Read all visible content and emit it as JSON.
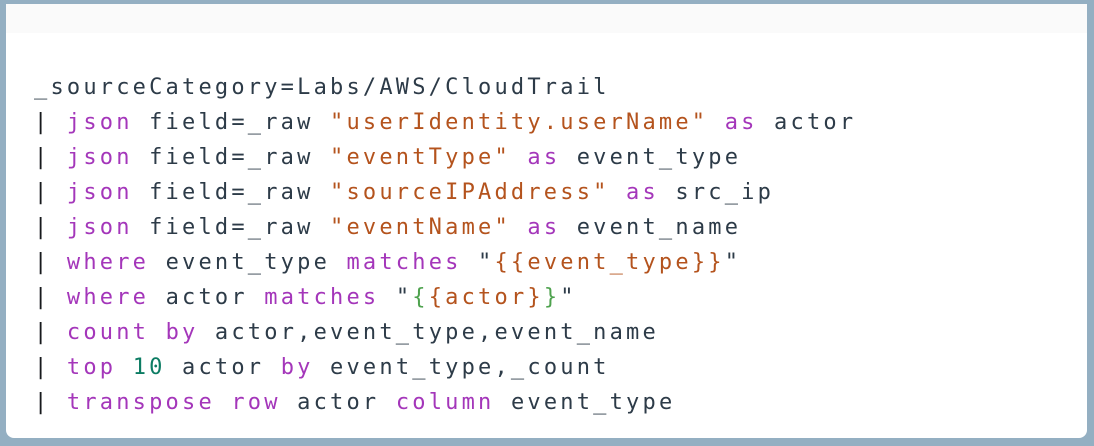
{
  "frame": {
    "background_color": "#94afc2"
  },
  "card": {
    "background_color": "#ffffff",
    "header_background_color": "#fafafa"
  },
  "code": {
    "language": "sumo-logic-query",
    "token_colors": {
      "default": "#2d3b48",
      "pipe": "#16191c",
      "keyword": "#a436ba",
      "string": "#b4531d",
      "number": "#0c7c63",
      "brace": "#4ea24e"
    },
    "lines": [
      [
        {
          "c": "d",
          "t": "_sourceCategory=Labs/AWS/CloudTrail"
        }
      ],
      [
        {
          "c": "p",
          "t": "| "
        },
        {
          "c": "k",
          "t": "json"
        },
        {
          "c": "d",
          "t": " field=_raw "
        },
        {
          "c": "s",
          "t": "\"userIdentity.userName\""
        },
        {
          "c": "d",
          "t": " "
        },
        {
          "c": "k",
          "t": "as"
        },
        {
          "c": "d",
          "t": " actor"
        }
      ],
      [
        {
          "c": "p",
          "t": "| "
        },
        {
          "c": "k",
          "t": "json"
        },
        {
          "c": "d",
          "t": " field=_raw "
        },
        {
          "c": "s",
          "t": "\"eventType\""
        },
        {
          "c": "d",
          "t": " "
        },
        {
          "c": "k",
          "t": "as"
        },
        {
          "c": "d",
          "t": " event_type"
        }
      ],
      [
        {
          "c": "p",
          "t": "| "
        },
        {
          "c": "k",
          "t": "json"
        },
        {
          "c": "d",
          "t": " field=_raw "
        },
        {
          "c": "s",
          "t": "\"sourceIPAddress\""
        },
        {
          "c": "d",
          "t": " "
        },
        {
          "c": "k",
          "t": "as"
        },
        {
          "c": "d",
          "t": " src_ip"
        }
      ],
      [
        {
          "c": "p",
          "t": "| "
        },
        {
          "c": "k",
          "t": "json"
        },
        {
          "c": "d",
          "t": " field=_raw "
        },
        {
          "c": "s",
          "t": "\"eventName\""
        },
        {
          "c": "d",
          "t": " "
        },
        {
          "c": "k",
          "t": "as"
        },
        {
          "c": "d",
          "t": " event_name"
        }
      ],
      [
        {
          "c": "p",
          "t": "| "
        },
        {
          "c": "k",
          "t": "where"
        },
        {
          "c": "d",
          "t": " event_type "
        },
        {
          "c": "k",
          "t": "matches"
        },
        {
          "c": "d",
          "t": " \""
        },
        {
          "c": "s",
          "t": "{{event_type}}"
        },
        {
          "c": "d",
          "t": "\""
        }
      ],
      [
        {
          "c": "p",
          "t": "| "
        },
        {
          "c": "k",
          "t": "where"
        },
        {
          "c": "d",
          "t": " actor "
        },
        {
          "c": "k",
          "t": "matches"
        },
        {
          "c": "d",
          "t": " \""
        },
        {
          "c": "g",
          "t": "{"
        },
        {
          "c": "s",
          "t": "{actor}"
        },
        {
          "c": "g",
          "t": "}"
        },
        {
          "c": "d",
          "t": "\""
        }
      ],
      [
        {
          "c": "p",
          "t": "| "
        },
        {
          "c": "k",
          "t": "count"
        },
        {
          "c": "d",
          "t": " "
        },
        {
          "c": "k",
          "t": "by"
        },
        {
          "c": "d",
          "t": " actor,event_type,event_name"
        }
      ],
      [
        {
          "c": "p",
          "t": "| "
        },
        {
          "c": "k",
          "t": "top"
        },
        {
          "c": "d",
          "t": " "
        },
        {
          "c": "n",
          "t": "10"
        },
        {
          "c": "d",
          "t": " actor "
        },
        {
          "c": "k",
          "t": "by"
        },
        {
          "c": "d",
          "t": " event_type,_count"
        }
      ],
      [
        {
          "c": "p",
          "t": "| "
        },
        {
          "c": "k",
          "t": "transpose"
        },
        {
          "c": "d",
          "t": " "
        },
        {
          "c": "k",
          "t": "row"
        },
        {
          "c": "d",
          "t": " actor "
        },
        {
          "c": "k",
          "t": "column"
        },
        {
          "c": "d",
          "t": " event_type"
        }
      ]
    ]
  }
}
